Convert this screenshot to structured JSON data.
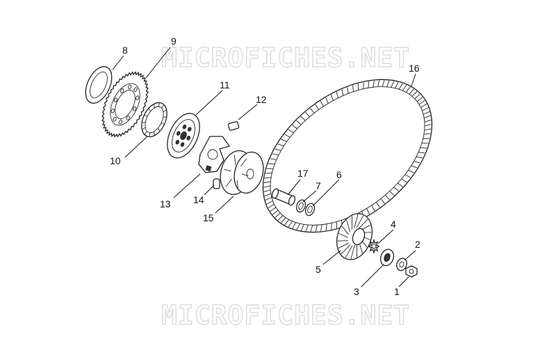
{
  "watermark": {
    "top": "MICROFICHES.NET",
    "bottom": "MICROFICHES.NET"
  },
  "callouts": {
    "c1": "1",
    "c2": "2",
    "c3": "3",
    "c4": "4",
    "c5": "5",
    "c6": "6",
    "c7": "7",
    "c8": "8",
    "c9": "9",
    "c10": "10",
    "c11": "11",
    "c12": "12",
    "c13": "13",
    "c14": "14",
    "c15": "15",
    "c16": "16",
    "c17": "17"
  },
  "colors": {
    "line": "#222222",
    "watermark": "#d8d8d8",
    "background": "#ffffff"
  }
}
